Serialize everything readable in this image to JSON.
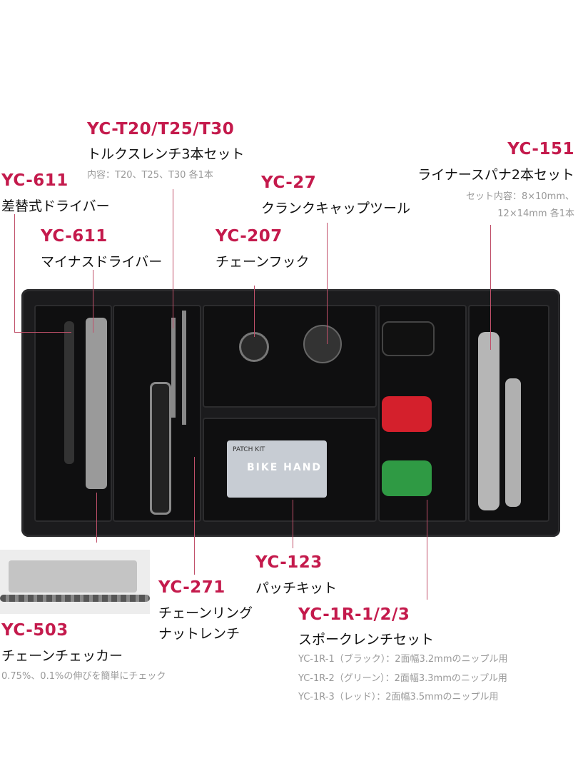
{
  "colors": {
    "accent": "#c41a4c",
    "text": "#111111",
    "subtext": "#999999",
    "tray": "#1b1b1d"
  },
  "labels": {
    "torx": {
      "code": "YC-T20/T25/T30",
      "name": "トルクスレンチ3本セット",
      "detail": "内容：T20、T25、T30 各1本"
    },
    "driver_set": {
      "code": "YC-611",
      "name": "差替式ドライバー"
    },
    "minus_driver": {
      "code": "YC-611",
      "name": "マイナスドライバー"
    },
    "crank_cap": {
      "code": "YC-27",
      "name": "クランクキャップツール"
    },
    "chain_hook": {
      "code": "YC-207",
      "name": "チェーンフック"
    },
    "liner_spanner": {
      "code": "YC-151",
      "name": "ライナースパナ2本セット",
      "detail1": "セット内容：8×10mm、",
      "detail2": "12×14mm 各1本"
    },
    "chainring_wrench": {
      "code": "YC-271",
      "name1": "チェーンリング",
      "name2": "ナットレンチ"
    },
    "patch_kit": {
      "code": "YC-123",
      "name": "パッチキット"
    },
    "chain_checker": {
      "code": "YC-503",
      "name": "チェーンチェッカー",
      "detail": "0.75%、0.1%の伸びを簡単にチェック"
    },
    "spoke_wrench": {
      "code": "YC-1R-1/2/3",
      "name": "スポークレンチセット",
      "details": [
        "YC-1R-1（ブラック）：2面幅3.2mmのニップル用",
        "YC-1R-2（グリーン）：2面幅3.3mmのニップル用",
        "YC-1R-3（レッド）：2面幅3.5mmのニップル用"
      ]
    }
  },
  "product_print": {
    "patch_kit_box": "BIKE HAND",
    "patch_kit_label": "PATCH KIT"
  }
}
